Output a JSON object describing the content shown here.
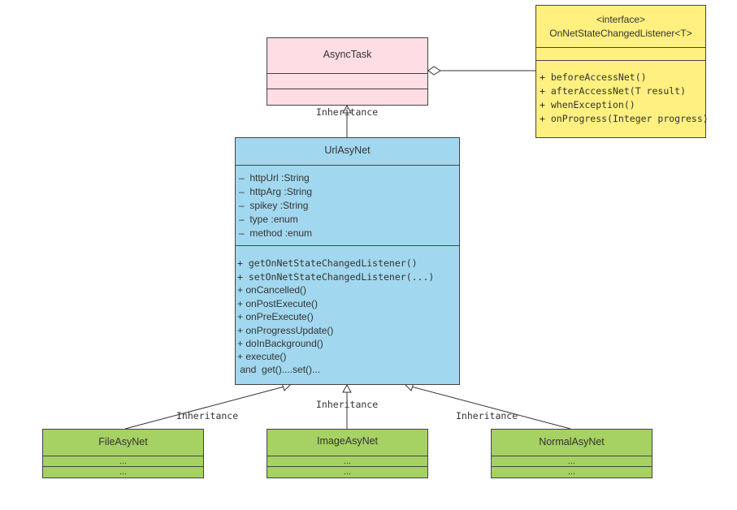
{
  "async_task": {
    "name": "AsyncTask",
    "color": "#ffdde4"
  },
  "listener": {
    "stereotype": "<interface>",
    "name": "OnNetStateChangedListener<T>",
    "color": "#fff080",
    "methods": [
      "+ beforeAccessNet()",
      "+ afterAccessNet(T result)",
      "+ whenException()",
      "+ onProgress(Integer progress)"
    ]
  },
  "url_asy_net": {
    "name": "UrlAsyNet",
    "color": "#a2d8ef",
    "fields": [
      "–  httpUrl :String",
      "–  httpArg :String",
      "–  spikey :String",
      "–  type :enum",
      "–  method :enum"
    ],
    "methods": [
      "+ getOnNetStateChangedListener()",
      "+ setOnNetStateChangedListener(...)",
      "+ onCancelled()",
      "+ onPostExecute()",
      "+ onPreExecute()",
      "+ onProgressUpdate()",
      "+ doInBackground()",
      "+ execute()",
      " and  get()....set()..."
    ]
  },
  "subclasses": [
    {
      "name": "FileAsyNet",
      "row1": "...",
      "row2": "..."
    },
    {
      "name": "ImageAsyNet",
      "row1": "...",
      "row2": "..."
    },
    {
      "name": "NormalAsyNet",
      "row1": "...",
      "row2": "..."
    }
  ],
  "subclass_color": "#a6d163",
  "relations": {
    "url_to_async": "Inheritance",
    "file_to_url": "Inheritance",
    "image_to_url": "Inheritance",
    "normal_to_url": "Inheritance"
  }
}
